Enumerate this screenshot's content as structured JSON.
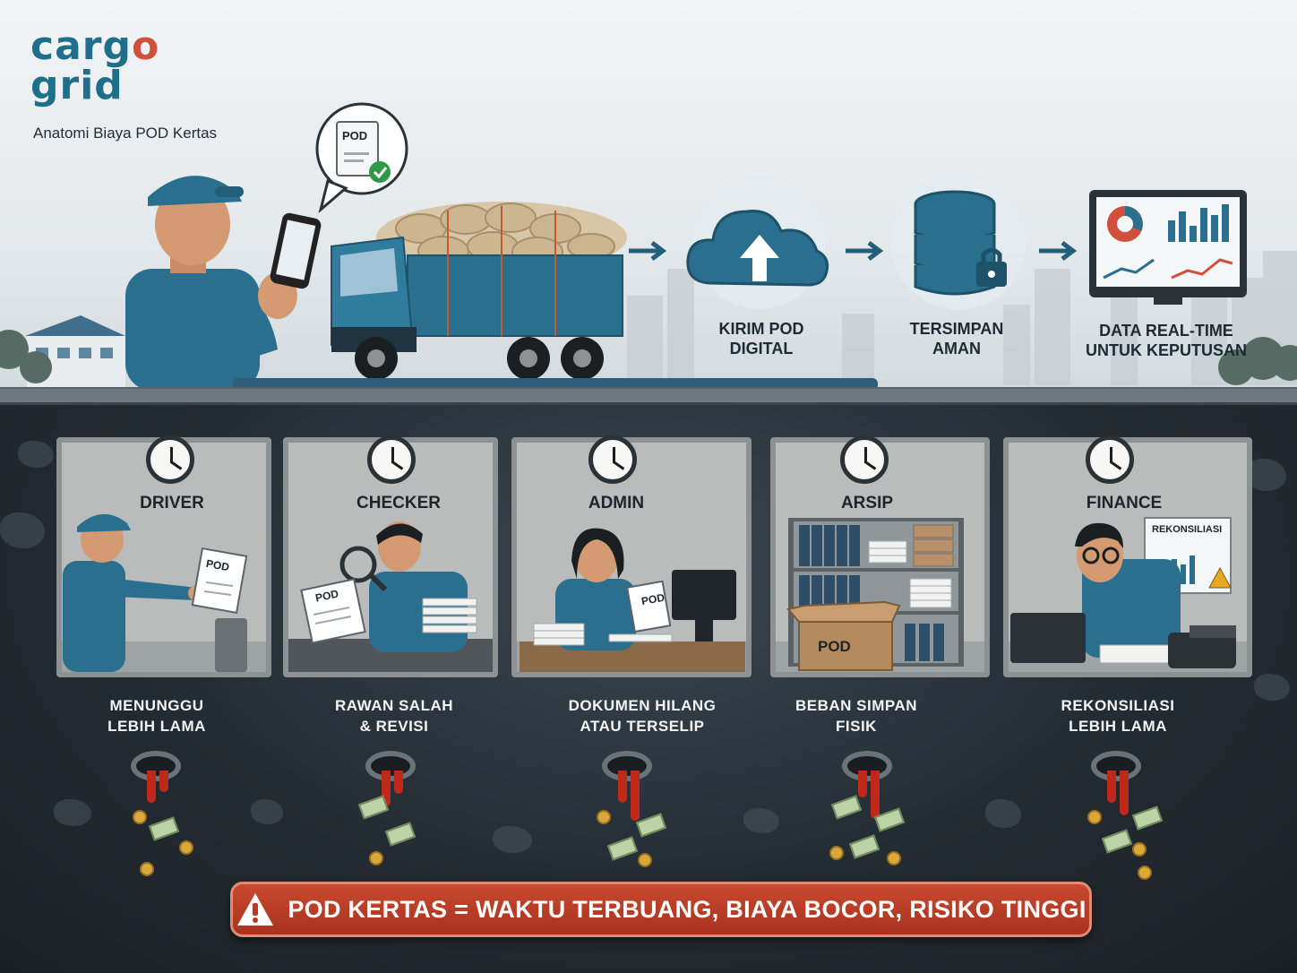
{
  "brand": {
    "logo_line1": "carg",
    "logo_o": "o",
    "logo_line2": "grid",
    "subtitle": "Anatomi Biaya POD Kertas"
  },
  "top_flow": {
    "speech_bubble_doc": "POD",
    "steps": [
      {
        "line1": "KIRIM POD",
        "line2": "DIGITAL",
        "icon": "cloud-upload-icon"
      },
      {
        "line1": "TERSIMPAN",
        "line2": "AMAN",
        "icon": "database-lock-icon"
      },
      {
        "line1": "DATA REAL-TIME",
        "line2": "UNTUK KEPUTUSAN",
        "icon": "dashboard-monitor-icon"
      }
    ]
  },
  "rooms": [
    {
      "title": "DRIVER",
      "doc": "POD",
      "caption1": "MENUNGGU",
      "caption2": "LEBIH LAMA"
    },
    {
      "title": "CHECKER",
      "doc": "POD",
      "caption1": "RAWAN SALAH",
      "caption2": "& REVISI"
    },
    {
      "title": "ADMIN",
      "doc": "POD",
      "caption1": "DOKUMEN HILANG",
      "caption2": "ATAU TERSELIP"
    },
    {
      "title": "ARSIP",
      "doc": "POD",
      "caption1": "BEBAN SIMPAN",
      "caption2": "FISIK"
    },
    {
      "title": "FINANCE",
      "doc": "REKONSILIASI",
      "caption1": "REKONSILIASI",
      "caption2": "LEBIH LAMA"
    }
  ],
  "banner": {
    "text": "POD KERTAS = WAKTU TERBUANG, BIAYA BOCOR, RISIKO TINGGI",
    "icon": "warning-icon"
  },
  "colors": {
    "brand_teal": "#1f6f8b",
    "brand_red": "#d0503c",
    "banner_red": "#b83a24",
    "uniform_blue": "#2a6f8e",
    "leak_red": "#c0281a"
  }
}
